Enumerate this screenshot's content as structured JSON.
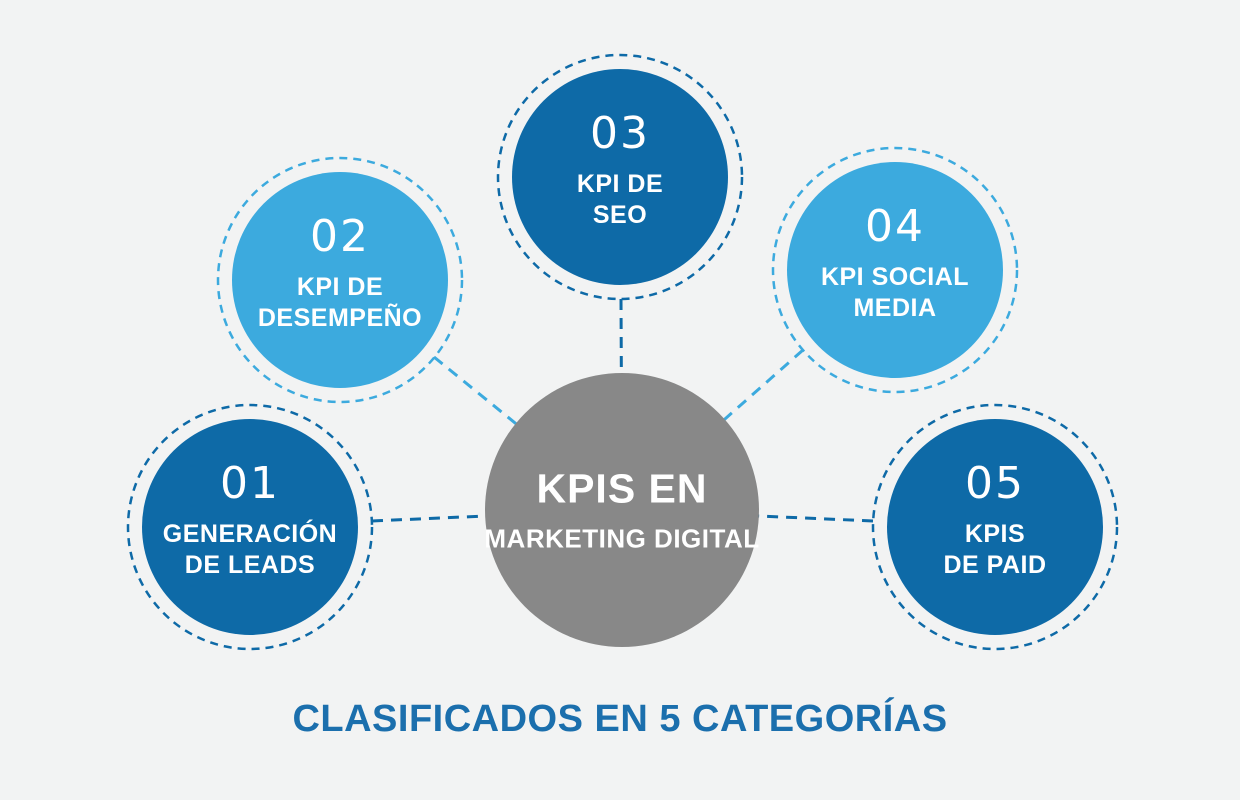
{
  "background_color": "#f2f3f3",
  "palette": {
    "dark_blue": "#0e6aa7",
    "light_blue": "#3caade",
    "gray": "#888888",
    "caption_blue": "#1b6fad",
    "text_white": "#ffffff"
  },
  "center": {
    "title": "KPIS EN",
    "subtitle": "MARKETING DIGITAL",
    "color": "#888888"
  },
  "circles": [
    {
      "number": "01",
      "lines": [
        "GENERACIÓN",
        "DE LEADS"
      ],
      "color": "#0e6aa7"
    },
    {
      "number": "02",
      "lines": [
        "KPI DE",
        "DESEMPEÑO"
      ],
      "color": "#3caade"
    },
    {
      "number": "03",
      "lines": [
        "KPI DE",
        "SEO"
      ],
      "color": "#0e6aa7"
    },
    {
      "number": "04",
      "lines": [
        "KPI SOCIAL",
        "MEDIA"
      ],
      "color": "#3caade"
    },
    {
      "number": "05",
      "lines": [
        "KPIS",
        "DE PAID"
      ],
      "color": "#0e6aa7"
    }
  ],
  "caption": {
    "text": "CLASIFICADOS EN 5 CATEGORÍAS",
    "color": "#1b6fad"
  }
}
